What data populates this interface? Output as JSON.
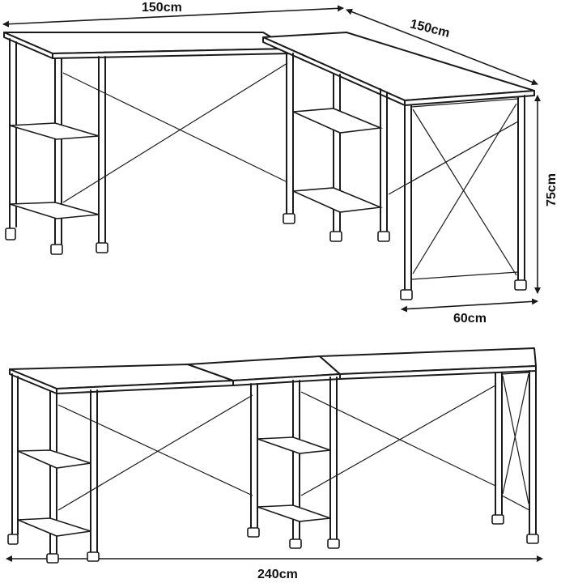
{
  "dimensions": {
    "top_left_width": "150cm",
    "top_right_width": "150cm",
    "height": "75cm",
    "depth": "60cm",
    "bottom_width": "240cm"
  },
  "colors": {
    "line": "#1a1a1a",
    "background": "#ffffff"
  }
}
